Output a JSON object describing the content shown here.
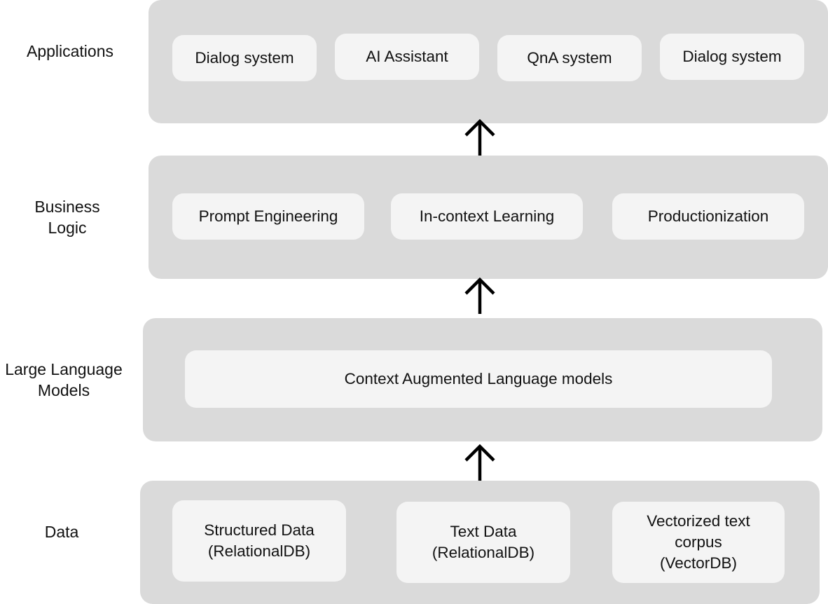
{
  "layers": {
    "applications": {
      "label": "Applications",
      "nodes": [
        "Dialog system",
        "AI Assistant",
        "QnA system",
        "Dialog system"
      ]
    },
    "business_logic": {
      "label": "Business\nLogic",
      "nodes": [
        "Prompt Engineering",
        "In-context Learning",
        "Productionization"
      ]
    },
    "llm": {
      "label": "Large Language\nModels",
      "nodes": [
        "Context Augmented Language models"
      ]
    },
    "data": {
      "label": "Data",
      "nodes": [
        "Structured Data\n(RelationalDB)",
        "Text Data\n(RelationalDB)",
        "Vectorized text\ncorpus\n(VectorDB)"
      ]
    }
  },
  "colors": {
    "panel": "#dadada",
    "node": "#f4f4f4",
    "arrow": "#000000",
    "text": "#111111"
  },
  "icons": {
    "flow_arrow": "arrow-up-icon"
  }
}
